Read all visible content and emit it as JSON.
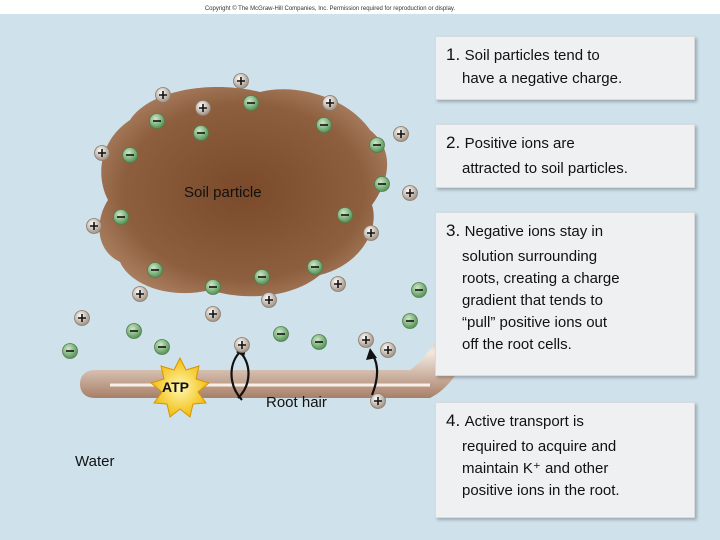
{
  "copyright": "Copyright © The McGraw-Hill Companies, Inc. Permission required for reproduction or display.",
  "labels": {
    "soil_particle": "Soil particle",
    "atp": "ATP",
    "root_hair": "Root hair",
    "water": "Water"
  },
  "steps": [
    {
      "num": "1.",
      "first": "Soil particles tend to",
      "rest": [
        "have a negative charge."
      ]
    },
    {
      "num": "2.",
      "first": "Positive ions are",
      "rest": [
        "attracted to soil particles."
      ]
    },
    {
      "num": "3.",
      "first": "Negative ions stay in",
      "rest": [
        "solution surrounding",
        "roots, creating a charge",
        "gradient that tends to",
        "“pull” positive ions out",
        "off the root cells."
      ]
    },
    {
      "num": "4.",
      "first": "Active transport is",
      "rest": [
        "required to acquire and",
        "maintain K⁺ and other",
        "positive ions in the root."
      ]
    }
  ],
  "colors": {
    "water": "#cfe3ee",
    "soil": "#8a5a3a",
    "root": "#c8a692",
    "positive_ion": "#d9d0c4",
    "negative_ion": "#7fb27f",
    "atp": "#f4d03f"
  }
}
